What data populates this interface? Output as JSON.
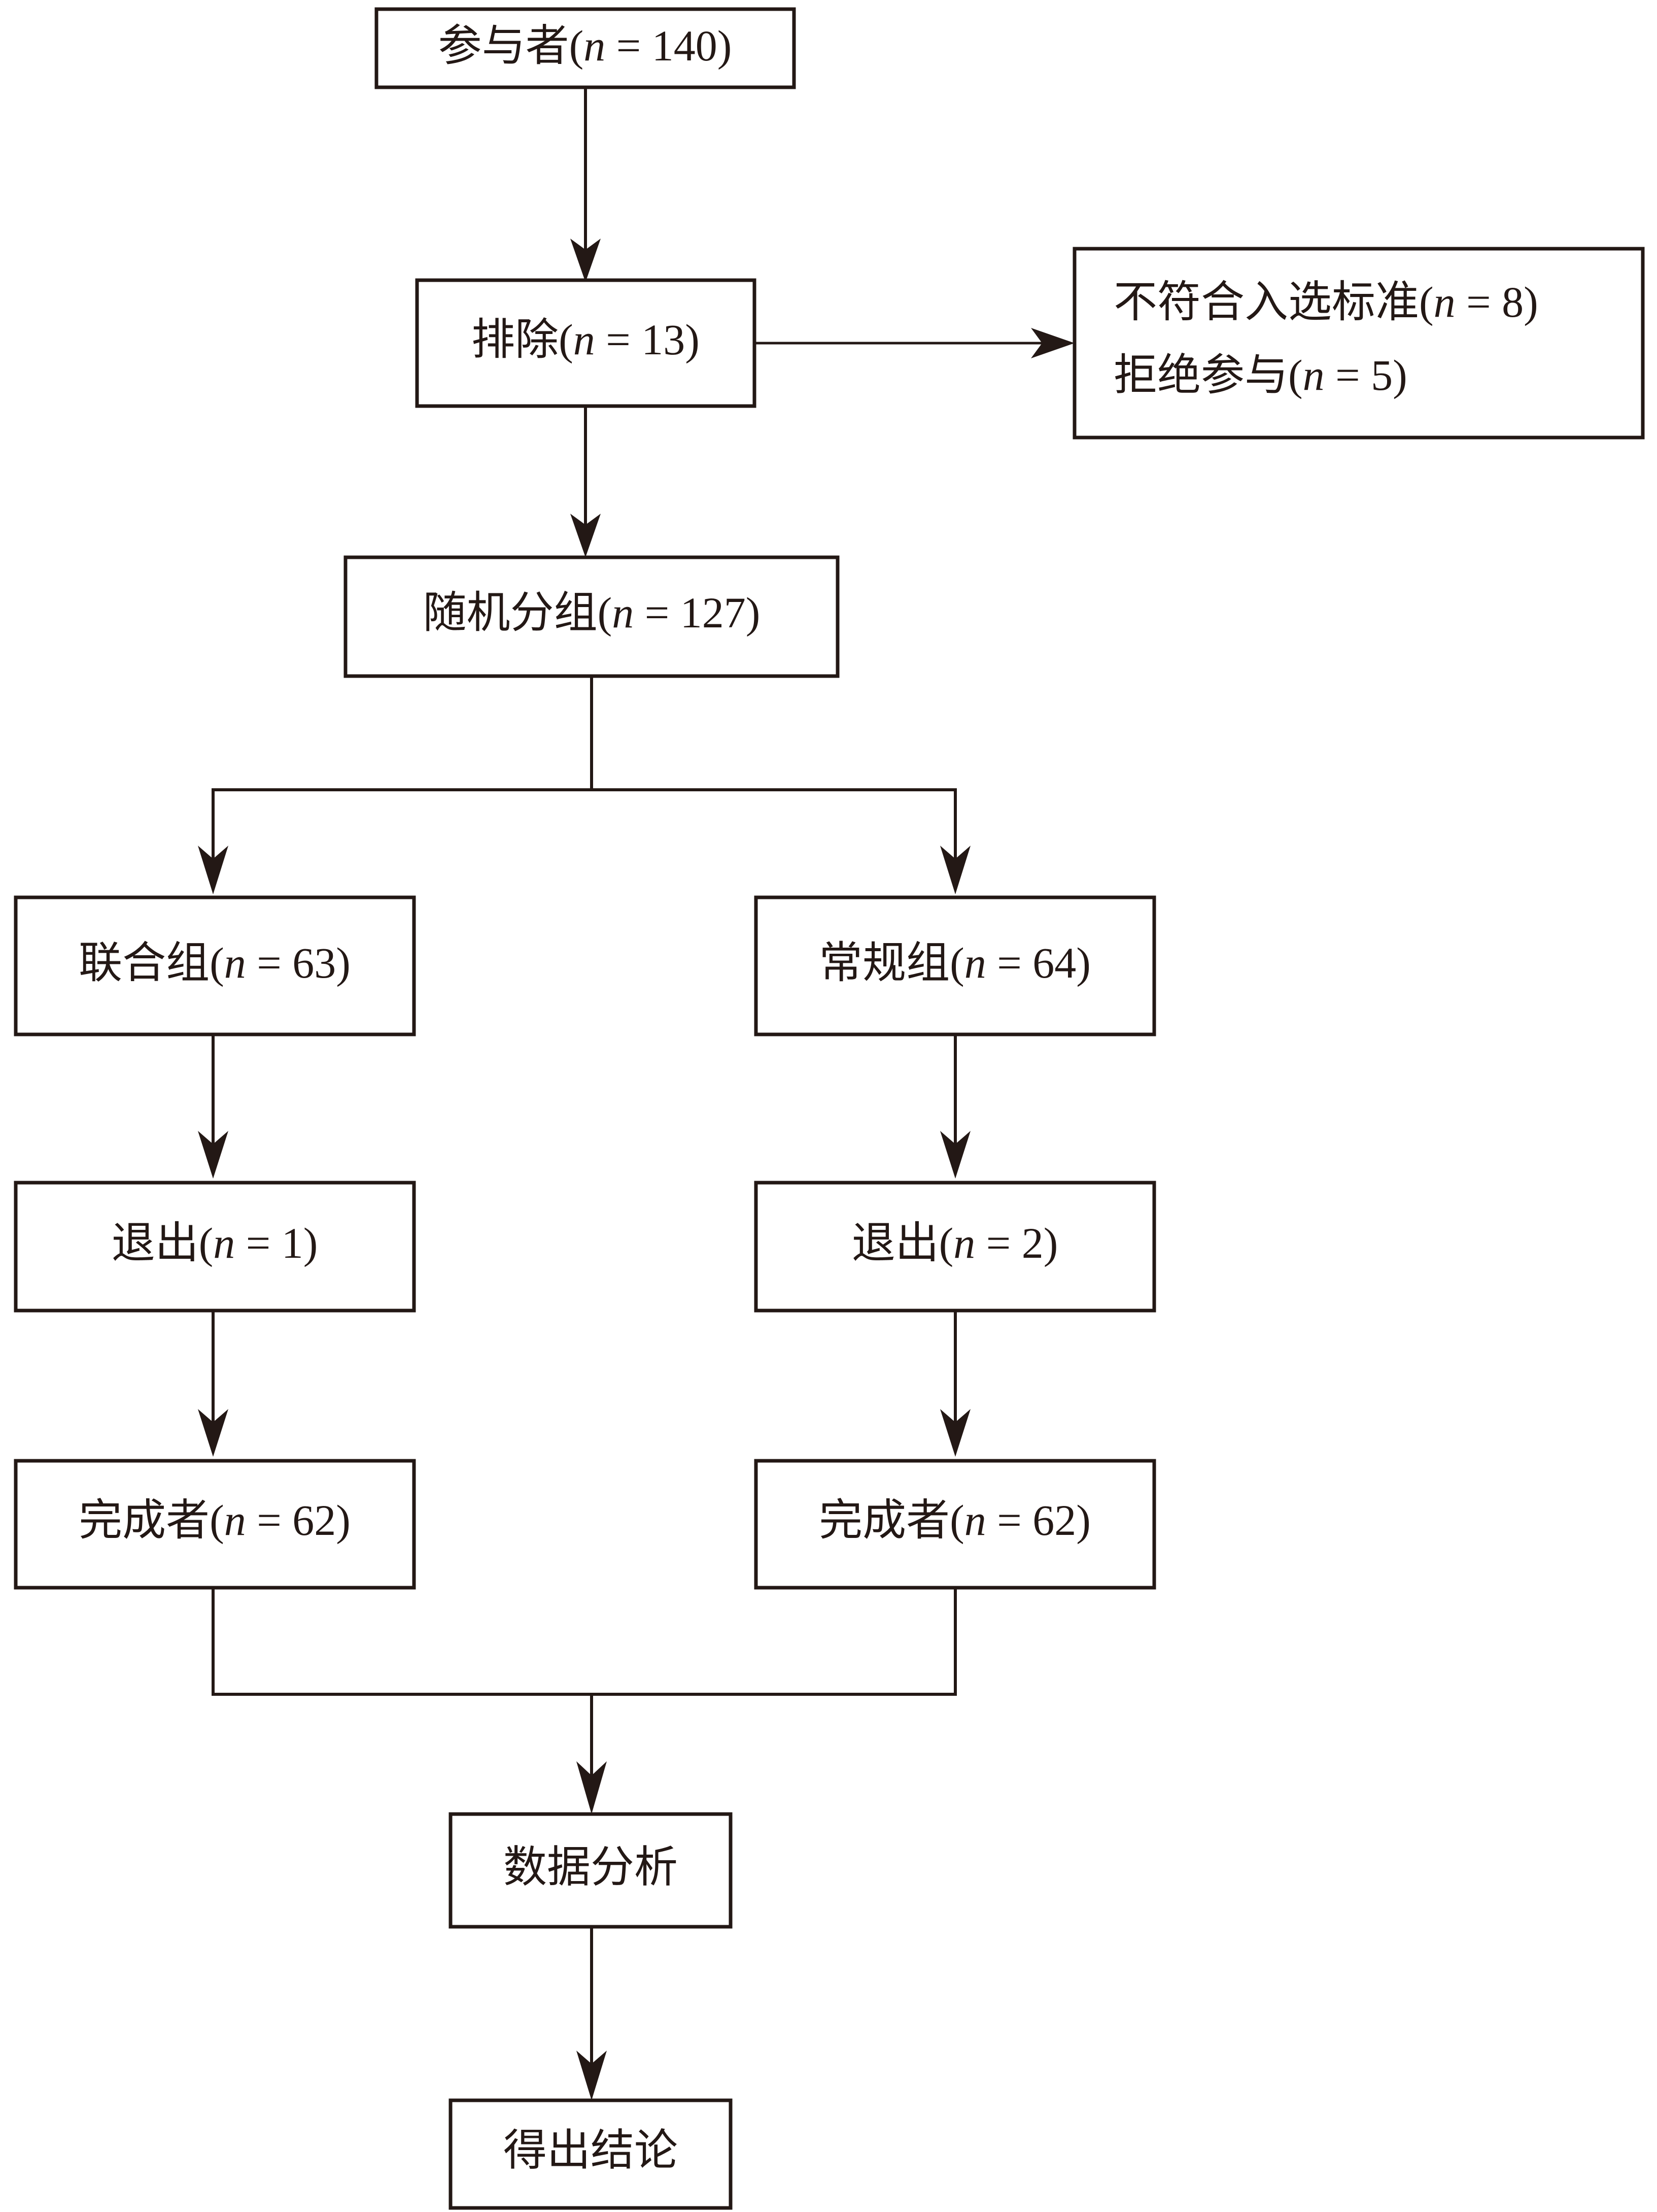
{
  "diagram": {
    "title": "Participant flow diagram",
    "type": "flowchart",
    "line_color": "#231815",
    "background_color": "#ffffff",
    "nodes": [
      {
        "id": "participants",
        "label": "参与者(n = 140)",
        "label_prefix": "参与者(",
        "label_var": "n",
        "label_suffix": " = 140)",
        "n": 140
      },
      {
        "id": "excluded",
        "label": "排除(n = 13)",
        "label_prefix": "排除(",
        "label_var": "n",
        "label_suffix": " = 13)",
        "n": 13
      },
      {
        "id": "exclusion-reason-1",
        "label": "不符合入选标准(n = 8)",
        "label_prefix": "不符合入选标准(",
        "label_var": "n",
        "label_suffix": " = 8)",
        "n": 8
      },
      {
        "id": "exclusion-reason-2",
        "label": "拒绝参与(n = 5)",
        "label_prefix": "拒绝参与(",
        "label_var": "n",
        "label_suffix": " = 5)",
        "n": 5
      },
      {
        "id": "randomized",
        "label": "随机分组(n = 127)",
        "label_prefix": "随机分组(",
        "label_var": "n",
        "label_suffix": " = 127)",
        "n": 127
      },
      {
        "id": "combined-group",
        "label": "联合组(n = 63)",
        "label_prefix": "联合组(",
        "label_var": "n",
        "label_suffix": " = 63)",
        "n": 63
      },
      {
        "id": "routine-group",
        "label": "常规组(n = 64)",
        "label_prefix": "常规组(",
        "label_var": "n",
        "label_suffix": " = 64)",
        "n": 64
      },
      {
        "id": "dropout-left",
        "label": "退出(n = 1)",
        "label_prefix": "退出(",
        "label_var": "n",
        "label_suffix": " = 1)",
        "n": 1
      },
      {
        "id": "dropout-right",
        "label": "退出(n = 2)",
        "label_prefix": "退出(",
        "label_var": "n",
        "label_suffix": " = 2)",
        "n": 2
      },
      {
        "id": "completers-left",
        "label": "完成者(n = 62)",
        "label_prefix": "完成者(",
        "label_var": "n",
        "label_suffix": " = 62)",
        "n": 62
      },
      {
        "id": "completers-right",
        "label": "完成者(n = 62)",
        "label_prefix": "完成者(",
        "label_var": "n",
        "label_suffix": " = 62)",
        "n": 62
      },
      {
        "id": "data-analysis",
        "label": "数据分析",
        "label_prefix": "数据分析",
        "label_var": "",
        "label_suffix": ""
      },
      {
        "id": "conclusion",
        "label": "得出结论",
        "label_prefix": "得出结论",
        "label_var": "",
        "label_suffix": ""
      }
    ]
  }
}
